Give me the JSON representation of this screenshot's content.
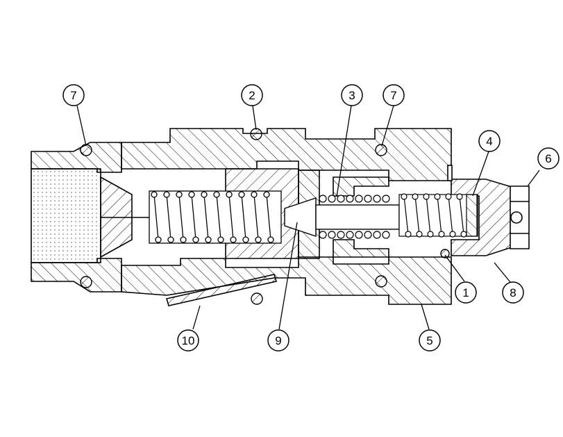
{
  "diagram": {
    "callouts": [
      {
        "id": "c7a",
        "label": "7"
      },
      {
        "id": "c2",
        "label": "2"
      },
      {
        "id": "c3",
        "label": "3"
      },
      {
        "id": "c7b",
        "label": "7"
      },
      {
        "id": "c4",
        "label": "4"
      },
      {
        "id": "c6",
        "label": "6"
      },
      {
        "id": "c1",
        "label": "1"
      },
      {
        "id": "c8",
        "label": "8"
      },
      {
        "id": "c10",
        "label": "10"
      },
      {
        "id": "c9",
        "label": "9"
      },
      {
        "id": "c5",
        "label": "5"
      }
    ]
  }
}
